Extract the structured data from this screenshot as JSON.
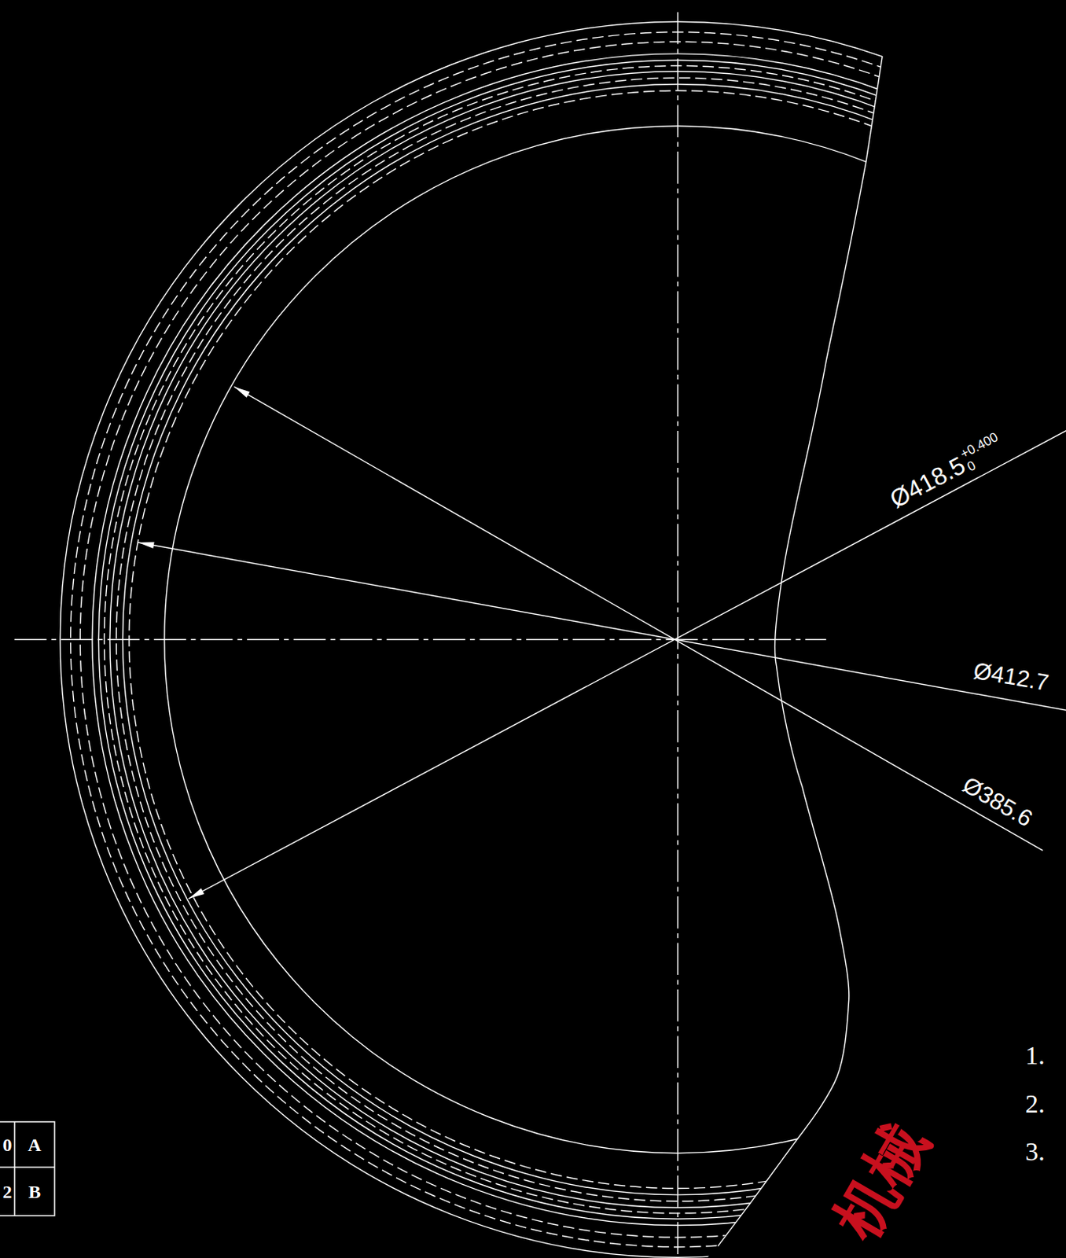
{
  "diagram": {
    "labels": [
      "Ø418.5",
      "+0.400",
      "0",
      "Ø412.7",
      "Ø385.6",
      "1.",
      "2.",
      "3.",
      "0",
      "A",
      "2",
      "B",
      "机械"
    ]
  }
}
